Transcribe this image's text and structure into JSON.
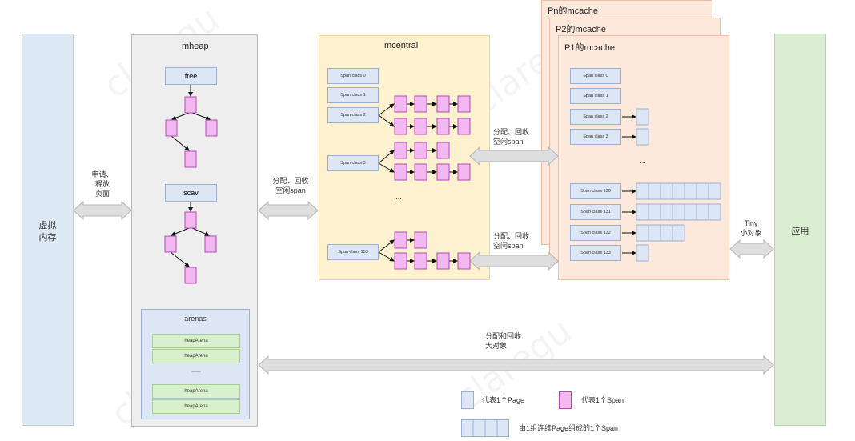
{
  "virtual_memory": "虚拟\n内存",
  "application": "应用",
  "mheap": {
    "title": "mheap",
    "free": "free",
    "scav": "scav",
    "arenas_title": "arenas",
    "arena_rows": [
      "heapArena",
      "heapArena",
      "......",
      "heapArena",
      "heapArena"
    ]
  },
  "mcentral": {
    "title": "mcentral",
    "classes": [
      "Span class 0",
      "Span class 1",
      "Span class 2",
      "Span class 3",
      "Span class 133"
    ],
    "dots": "..."
  },
  "mcache": {
    "titles": [
      "Pn的mcache",
      "P2的mcache",
      "P1的mcache"
    ],
    "classes": [
      "Span class 0",
      "Span class 1",
      "Span class 2",
      "Span class 3",
      "Span class 130",
      "Span class 131",
      "Span class 132",
      "Span class 133"
    ],
    "dots": "..."
  },
  "labels": {
    "apply_release": "申请、\n释放\n页面",
    "alloc_recycle_left": "分配、回收\n空闲span",
    "alloc_recycle_top": "分配、回收\n空闲span",
    "alloc_recycle_bottom": "分配、回收\n空闲span",
    "tiny": "Tiny\n小对象",
    "large": "分配和回收\n大对象"
  },
  "legend": {
    "page": "代表1个Page",
    "span": "代表1个Span",
    "multi": "由1组连续Page组成的1个Span"
  },
  "watermark": "claregu",
  "colors": {
    "page": "#dde6f4",
    "span": "#f3b8f2",
    "span_border": "#b64ab6",
    "arrow": "#dedede"
  }
}
